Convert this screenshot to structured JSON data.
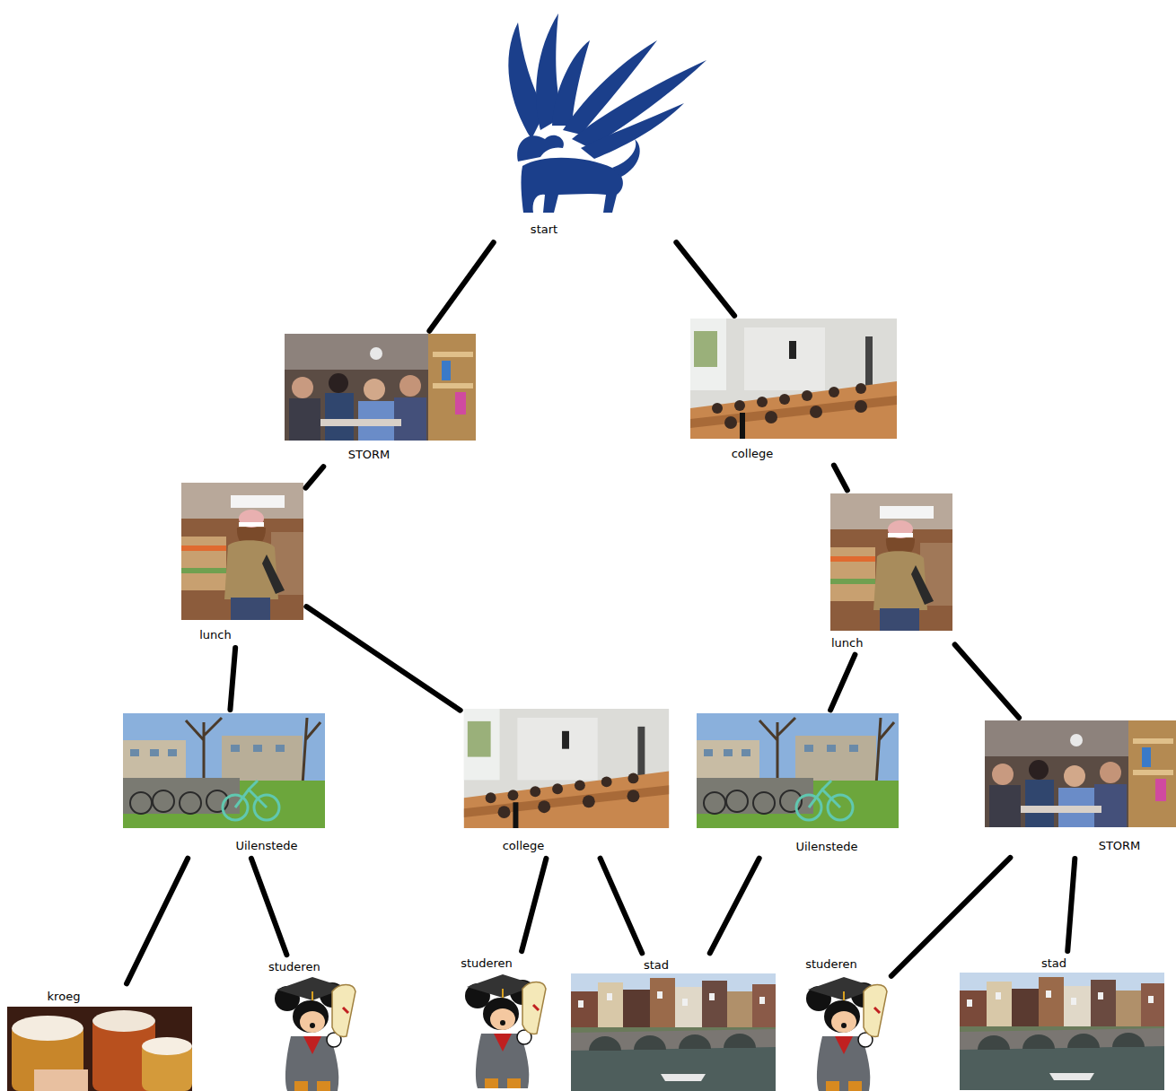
{
  "diagram": {
    "nodes": [
      {
        "text": [
          "start"
        ]
      },
      {
        "text": [
          "STORM"
        ]
      },
      {
        "text": [
          "college"
        ]
      },
      {
        "text": [
          "lunch"
        ]
      },
      {
        "text": [
          "lunch"
        ]
      },
      {
        "text": [
          "Uilenstede"
        ]
      },
      {
        "text": [
          "college"
        ]
      },
      {
        "text": [
          "Uilenstede"
        ]
      },
      {
        "text": [
          "STORM"
        ]
      },
      {
        "text": [
          "kroeg"
        ]
      },
      {
        "text": [
          "studeren"
        ]
      },
      {
        "text": [
          "studeren"
        ]
      },
      {
        "text": [
          "stad"
        ]
      },
      {
        "text": [
          "studeren"
        ]
      },
      {
        "text": [
          "stad"
        ]
      }
    ],
    "edges": [
      {
        "from": 0,
        "to": 1,
        "arrow": "none"
      },
      {
        "from": 0,
        "to": 2,
        "arrow": "none"
      },
      {
        "from": 1,
        "to": 3,
        "arrow": "none"
      },
      {
        "from": 2,
        "to": 4,
        "arrow": "none"
      },
      {
        "from": 3,
        "to": 5,
        "arrow": "none"
      },
      {
        "from": 3,
        "to": 6,
        "arrow": "none"
      },
      {
        "from": 4,
        "to": 7,
        "arrow": "none"
      },
      {
        "from": 4,
        "to": 8,
        "arrow": "none"
      },
      {
        "from": 5,
        "to": 9,
        "arrow": "none"
      },
      {
        "from": 5,
        "to": 10,
        "arrow": "none"
      },
      {
        "from": 6,
        "to": 11,
        "arrow": "none"
      },
      {
        "from": 6,
        "to": 12,
        "arrow": "none"
      },
      {
        "from": 7,
        "to": 12,
        "arrow": "none"
      },
      {
        "from": 8,
        "to": 13,
        "arrow": "none"
      },
      {
        "from": 8,
        "to": 14,
        "arrow": "none"
      }
    ]
  }
}
